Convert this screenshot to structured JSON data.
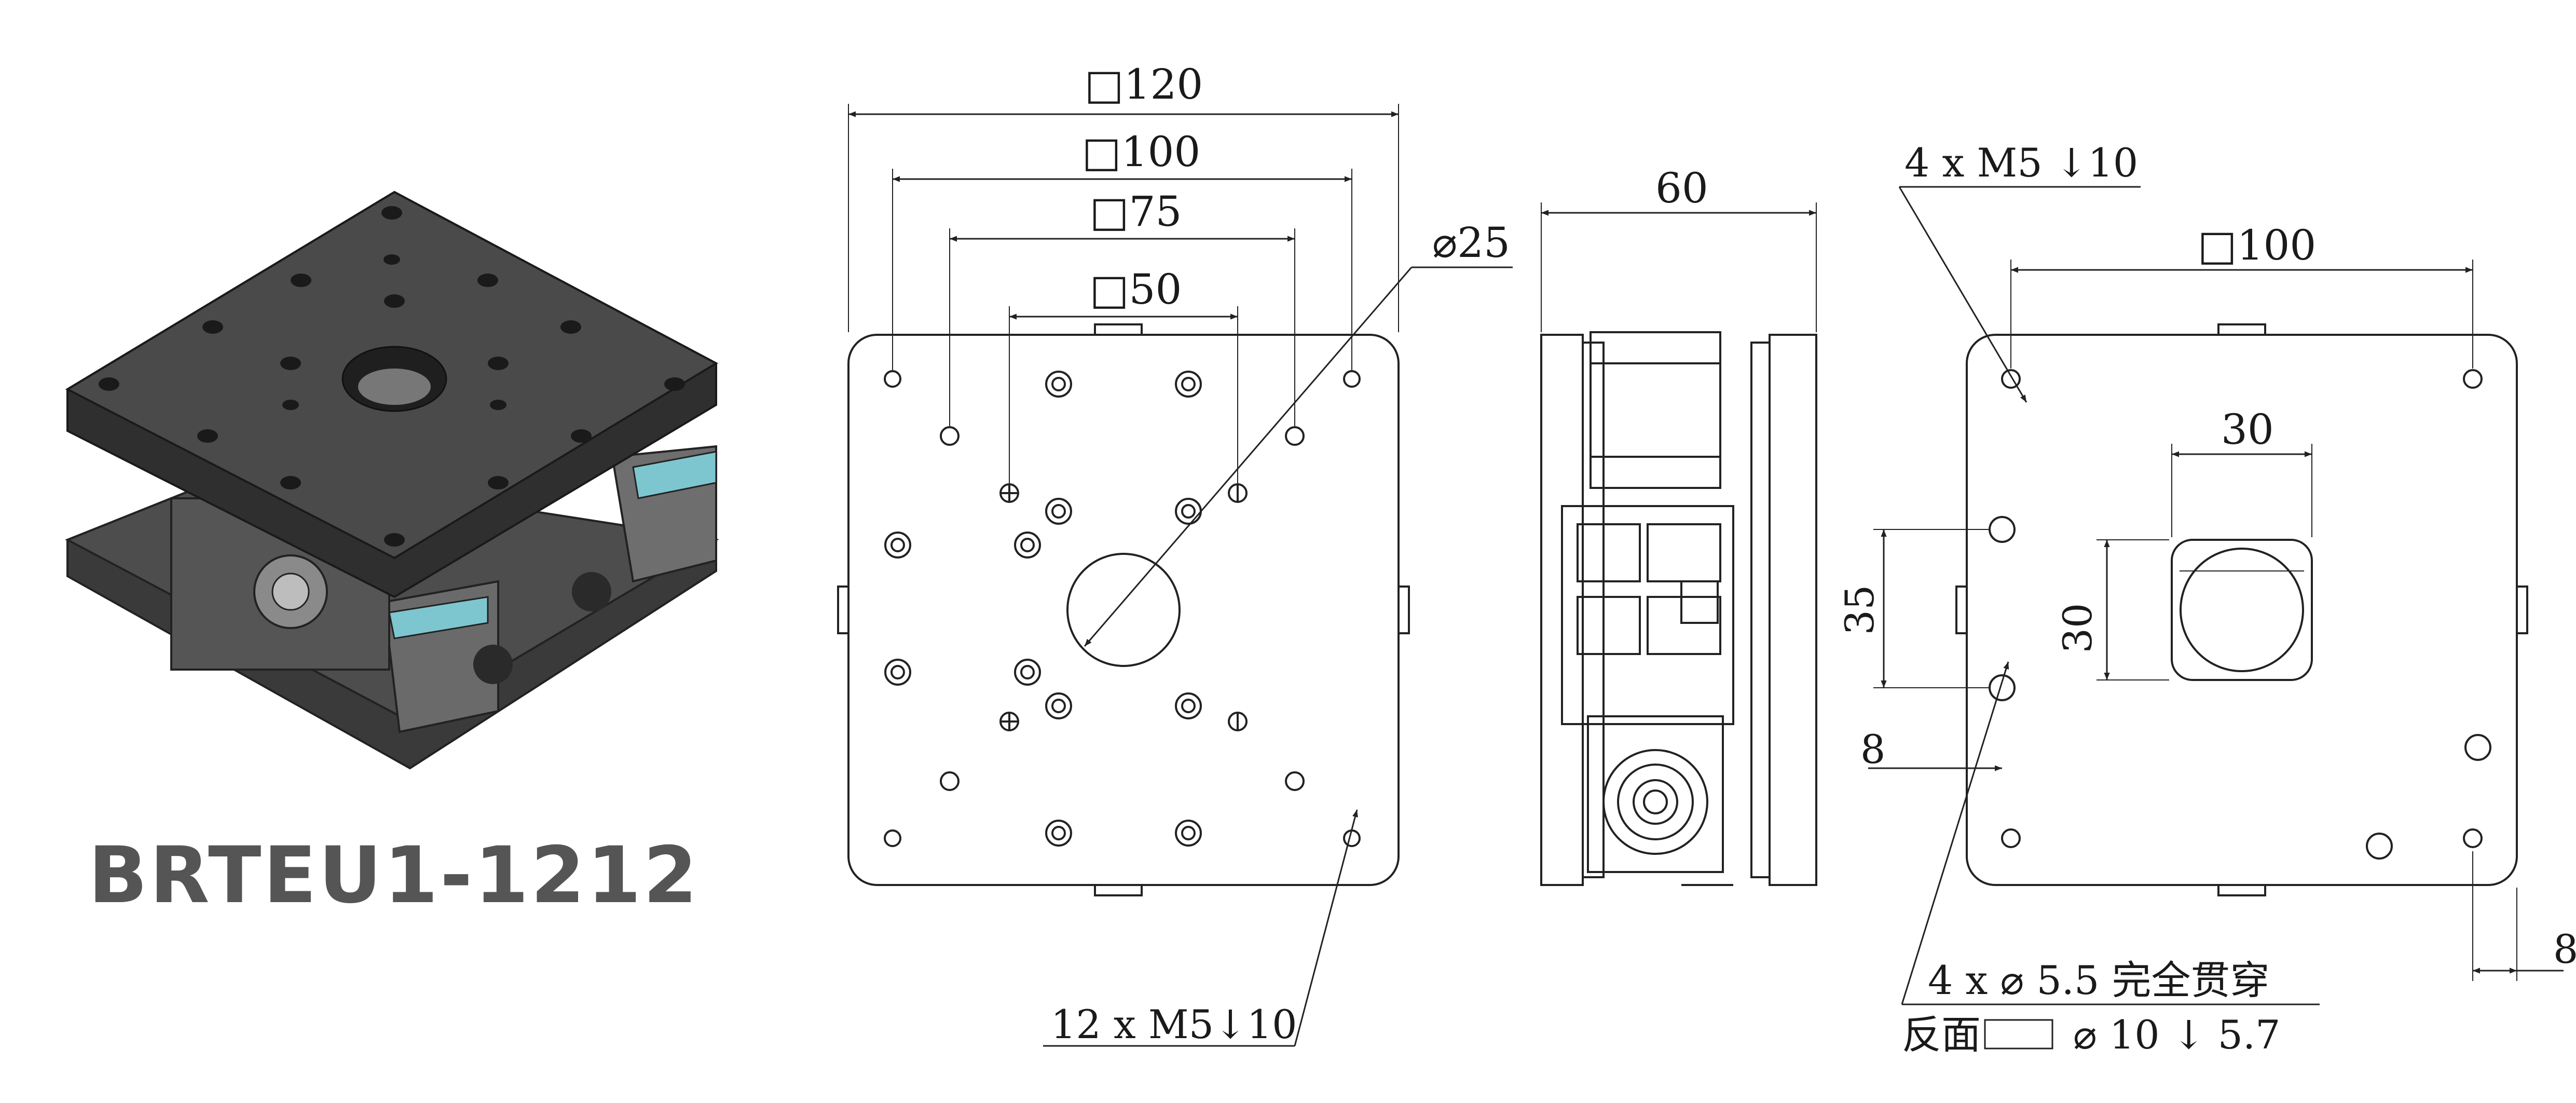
{
  "product": {
    "model": "BRTEU1-1212"
  },
  "top_view": {
    "dims": {
      "outer": "□120",
      "holes_100": "□100",
      "holes_75": "□75",
      "holes_50": "□50",
      "bore": "⌀25"
    },
    "callout": "12 x  M5↓10"
  },
  "side_view": {
    "height": "60"
  },
  "bottom_view": {
    "callout_top": "4 x  M5 ↓10",
    "pitch": "□100",
    "window_w": "30",
    "window_h": "30",
    "spacing": "35",
    "offset": "8",
    "edge": "8",
    "thru_line1": "4 x  ⌀ 5.5 完全贯穿",
    "thru_line2_prefix": "反面",
    "thru_line2_rest": "⌀ 10 ↓ 5.7"
  }
}
